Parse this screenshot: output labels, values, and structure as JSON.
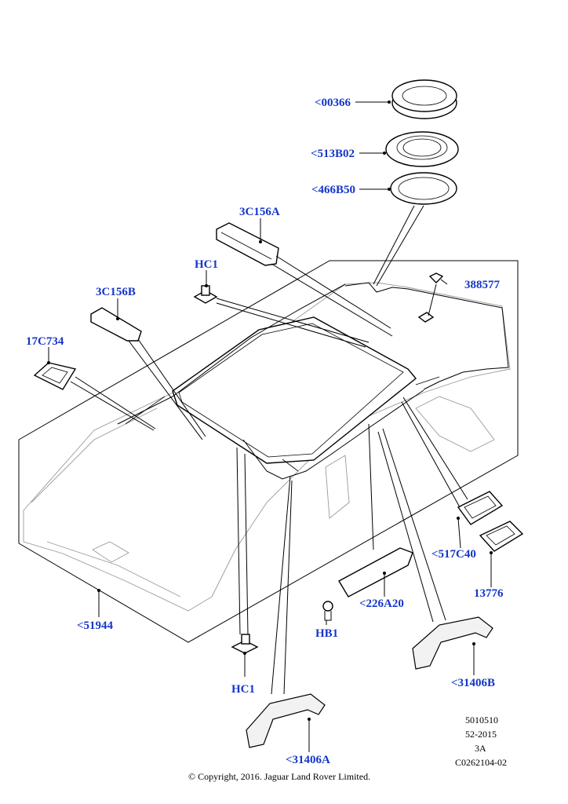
{
  "labels": {
    "p00366": "<00366",
    "p513B02": "<513B02",
    "p466B50": "<466B50",
    "p3C156A": "3C156A",
    "pHC1_top": "HC1",
    "p388577": "388577",
    "p3C156B": "3C156B",
    "p17C734": "17C734",
    "p517C40": "<517C40",
    "p13776": "13776",
    "p226A20": "<226A20",
    "pHB1": "HB1",
    "p51944": "<51944",
    "pHC1_bottom": "HC1",
    "p31406B": "<31406B",
    "p31406A": "<31406A"
  },
  "meta": {
    "line1": "5010510",
    "line2": "52-2015",
    "line3": "3A",
    "line4": "C0262104-02"
  },
  "copyright": "© Copyright, 2016. Jaguar Land Rover Limited."
}
